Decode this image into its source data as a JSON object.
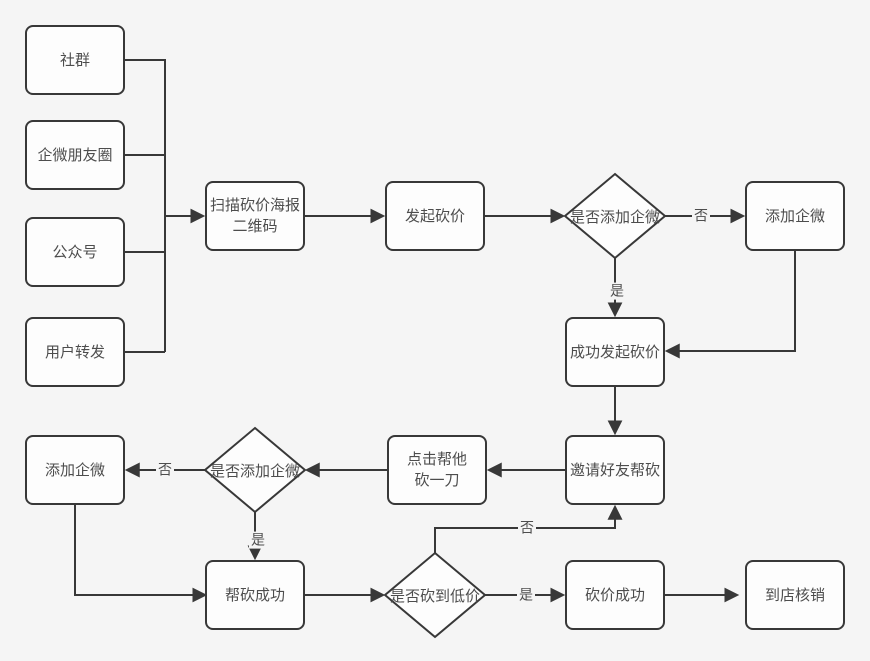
{
  "canvas": {
    "colors": {
      "bg": "#f5f5f5",
      "line": "#383838",
      "fill": "#fdfdfd",
      "text": "#4d4d4d"
    }
  },
  "nodes": {
    "community": {
      "label": "社群"
    },
    "qiwei_moments": {
      "label": "企微朋友圈"
    },
    "official_account": {
      "label": "公众号"
    },
    "user_forward": {
      "label": "用户转发"
    },
    "scan_qr": {
      "label": "扫描砍价海报\n二维码"
    },
    "start_bargain": {
      "label": "发起砍价"
    },
    "decision_add_qiwei_top": {
      "label": "是否添加企微"
    },
    "add_qiwei_right": {
      "label": "添加企微"
    },
    "bargain_started": {
      "label": "成功发起砍价"
    },
    "invite_friends": {
      "label": "邀请好友帮砍"
    },
    "click_help_cut": {
      "label": "点击帮他\n砍一刀"
    },
    "decision_add_qiwei_left": {
      "label": "是否添加企微"
    },
    "add_qiwei_left": {
      "label": "添加企微"
    },
    "help_cut_success": {
      "label": "帮砍成功"
    },
    "decision_low_price": {
      "label": "是否砍到低价"
    },
    "bargain_success": {
      "label": "砍价成功"
    },
    "store_redeem": {
      "label": "到店核销"
    }
  },
  "edge_labels": {
    "top_no": "否",
    "top_yes": "是",
    "left_no": "否",
    "left_yes": "是",
    "bottom_yes": "是",
    "bottom_no": "否"
  }
}
